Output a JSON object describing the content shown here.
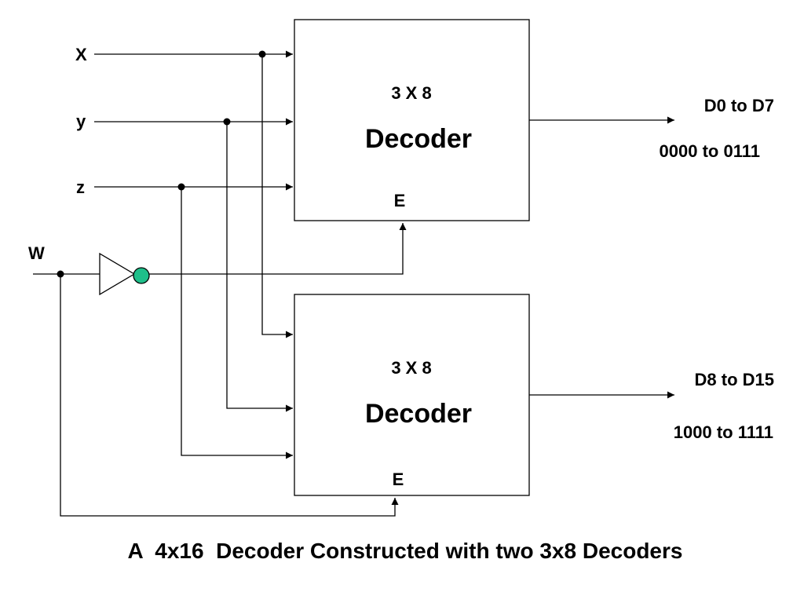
{
  "inputs": {
    "x": "X",
    "y": "y",
    "z": "z",
    "w": "W"
  },
  "decoder_top": {
    "size": "3 X 8",
    "name": "Decoder",
    "enable": "E",
    "output_label": "D0 to D7",
    "output_range": "0000 to 0111"
  },
  "decoder_bottom": {
    "size": "3 X 8",
    "name": "Decoder",
    "enable": "E",
    "output_label": "D8 to D15",
    "output_range": "1000 to 1111"
  },
  "caption": "A  4x16  Decoder Constructed with two 3x8 Decoders",
  "colors": {
    "inverter_bubble": "#1fbf8a",
    "line": "#000000"
  }
}
